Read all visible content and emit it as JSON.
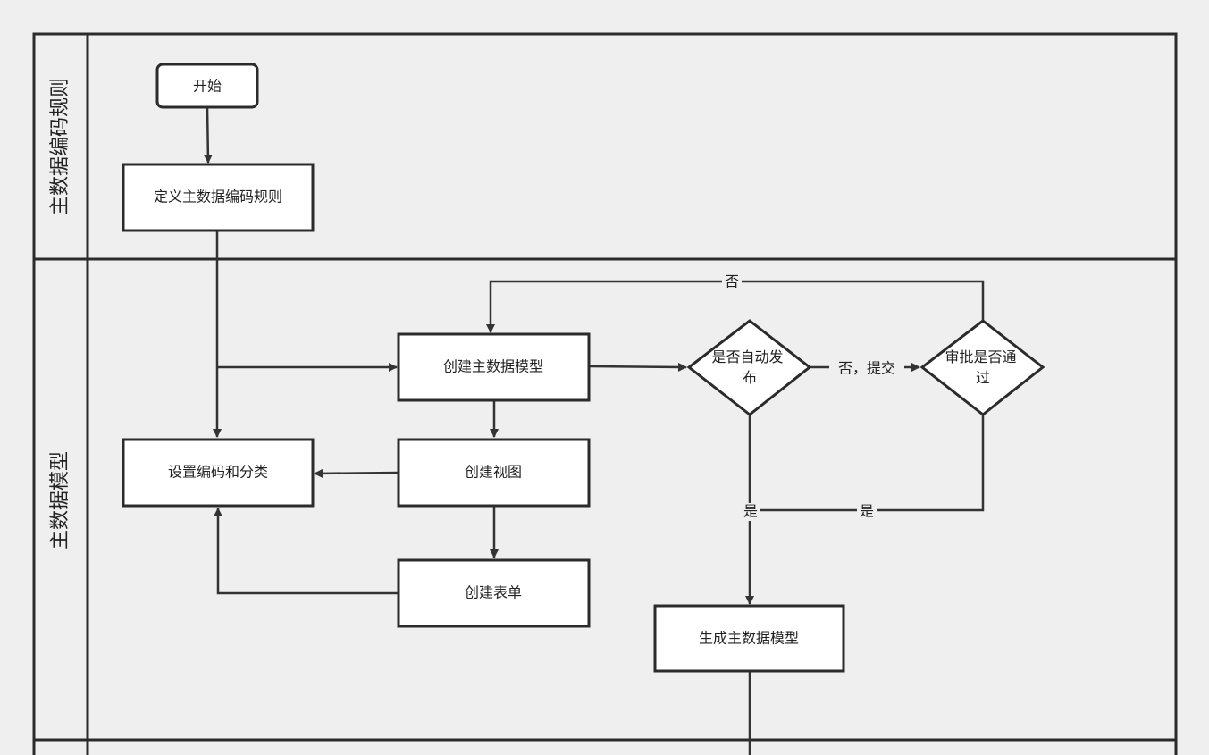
{
  "lanes": {
    "rules": "主数据编码规则",
    "model": "主数据模型"
  },
  "nodes": {
    "start": "开始",
    "define_rules": "定义主数据编码规则",
    "create_model": "创建主数据模型",
    "set_code_category": "设置编码和分类",
    "create_view": "创建视图",
    "create_form": "创建表单",
    "auto_publish": [
      "是否自动发",
      "布"
    ],
    "approval": [
      "审批是否通",
      "过"
    ],
    "generate_model": "生成主数据模型"
  },
  "edge_labels": {
    "no_top": "否",
    "no_submit": "否，提交",
    "yes_left": "是",
    "yes_right": "是"
  },
  "colors": {
    "background": "#efefef",
    "stroke": "#2b2b2b",
    "fill": "#ffffff"
  }
}
